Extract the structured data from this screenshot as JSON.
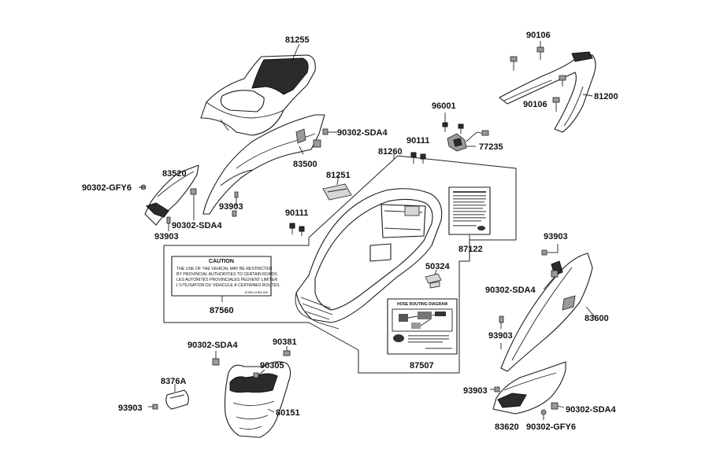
{
  "part_labels": {
    "p81255": "81255",
    "p90106a": "90106",
    "p90106b": "90106",
    "p81200": "81200",
    "p96001": "96001",
    "p90302sda4_a": "90302-SDA4",
    "p90111a": "90111",
    "p77235": "77235",
    "p81260": "81260",
    "p83500": "83500",
    "p83520": "83520",
    "p90302gfy6_a": "90302-GFY6",
    "p81251": "81251",
    "p93903a": "93903",
    "p90302sda4_b": "90302-SDA4",
    "p93903b": "93903",
    "p90111b": "90111",
    "p87122": "87122",
    "p93903c": "93903",
    "p50324": "50324",
    "p90302sda4_c": "90302-SDA4",
    "p87560": "87560",
    "p83600": "83600",
    "p93903d": "93903",
    "p90302sda4_d": "90302-SDA4",
    "p90381": "90381",
    "p90305": "90305",
    "p87507": "87507",
    "p8376a": "8376A",
    "p93903e": "93903",
    "p80151": "80151",
    "p93903f": "93903",
    "p83620": "83620",
    "p90302gfy6_b": "90302-GFY6",
    "p90302sda4_e": "90302-SDA4"
  },
  "caution_label": {
    "heading": "CAUTION",
    "lines": [
      "THE USE OF THE VEHICAL MAY BE RESTRICTED",
      "BY PROVINCIAL AUTHORITIES TO CERTAIN ROADS.",
      "LES AUTORITÉS PROVINCIALES PEUVENT LIMITER",
      "L'UTILISATION DU VÉHICULE À CERTAINES ROUTES."
    ],
    "code": "87560-KHE6-900"
  },
  "hose_label": {
    "heading": "HOSE ROUTING DIAGRAM"
  }
}
